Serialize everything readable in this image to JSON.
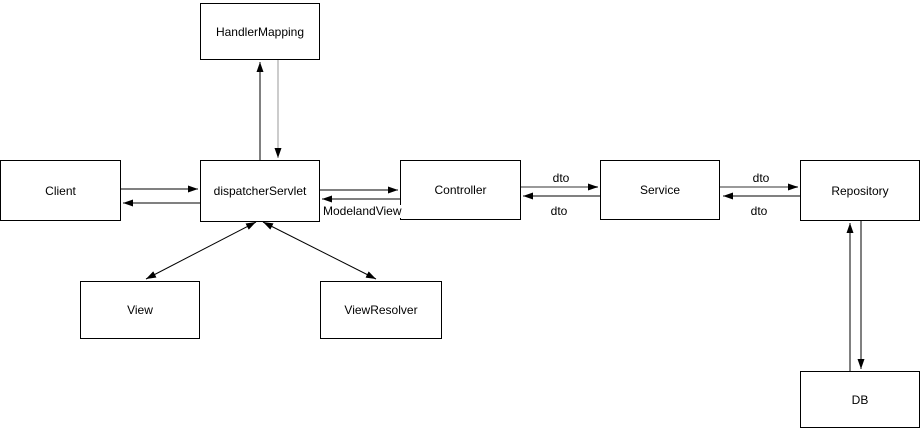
{
  "diagram": {
    "nodes": {
      "handler_mapping": {
        "label": "HandlerMapping"
      },
      "client": {
        "label": "Client"
      },
      "dispatcher_servlet": {
        "label": "dispatcherServlet"
      },
      "controller": {
        "label": "Controller"
      },
      "service": {
        "label": "Service"
      },
      "repository": {
        "label": "Repository"
      },
      "view": {
        "label": "View"
      },
      "view_resolver": {
        "label": "ViewResolver"
      },
      "db": {
        "label": "DB"
      }
    },
    "edge_labels": {
      "model_and_view": "ModelandView",
      "dto_controller_to_service": "dto",
      "dto_service_to_controller": "dto",
      "dto_service_to_repository": "dto",
      "dto_repository_to_service": "dto"
    },
    "colors": {
      "edge_black": "#000000",
      "edge_gray": "#999999",
      "node_border": "#000000",
      "node_fill": "#ffffff",
      "text": "#000000",
      "background": "#ffffff"
    }
  }
}
